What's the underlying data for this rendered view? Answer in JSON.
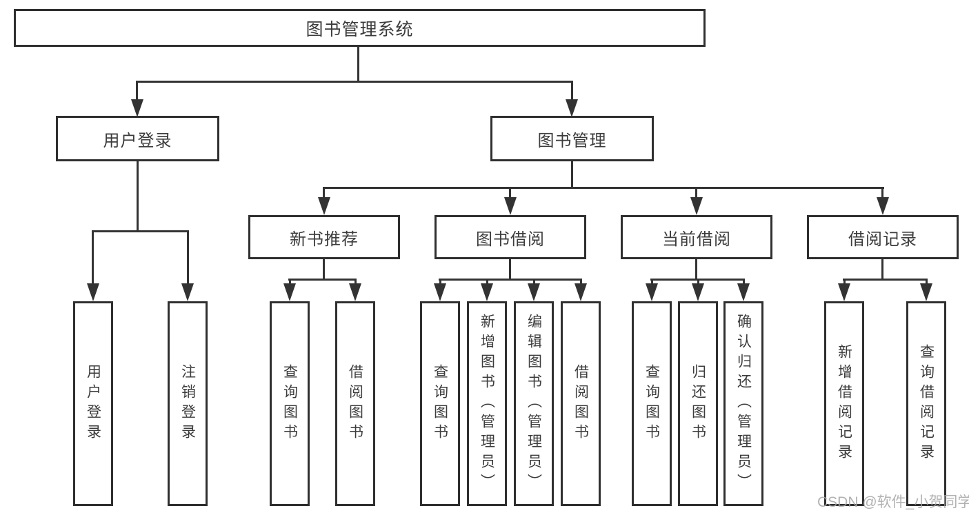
{
  "diagram": {
    "root": {
      "label": "图书管理系统"
    },
    "branches": [
      {
        "label": "用户登录",
        "children": [
          {
            "label": "用户登录"
          },
          {
            "label": "注销登录"
          }
        ]
      },
      {
        "label": "图书管理",
        "children": [
          {
            "label": "新书推荐",
            "children": [
              {
                "label": "查询图书"
              },
              {
                "label": "借阅图书"
              }
            ]
          },
          {
            "label": "图书借阅",
            "children": [
              {
                "label": "查询图书"
              },
              {
                "label": "新增图书（管理员）"
              },
              {
                "label": "编辑图书（管理员）"
              },
              {
                "label": "借阅图书"
              }
            ]
          },
          {
            "label": "当前借阅",
            "children": [
              {
                "label": "查询图书"
              },
              {
                "label": "归还图书"
              },
              {
                "label": "确认归还（管理员）"
              }
            ]
          },
          {
            "label": "借阅记录",
            "children": [
              {
                "label": "新增借阅记录"
              },
              {
                "label": "查询借阅记录"
              }
            ]
          }
        ]
      }
    ],
    "watermark": "CSDN @软件_小贺同学",
    "colors": {
      "line": "#333333",
      "border": "#2f2f2f",
      "text": "#3c3c3c",
      "watermark": "#a5a5a5",
      "background": "#ffffff"
    }
  }
}
